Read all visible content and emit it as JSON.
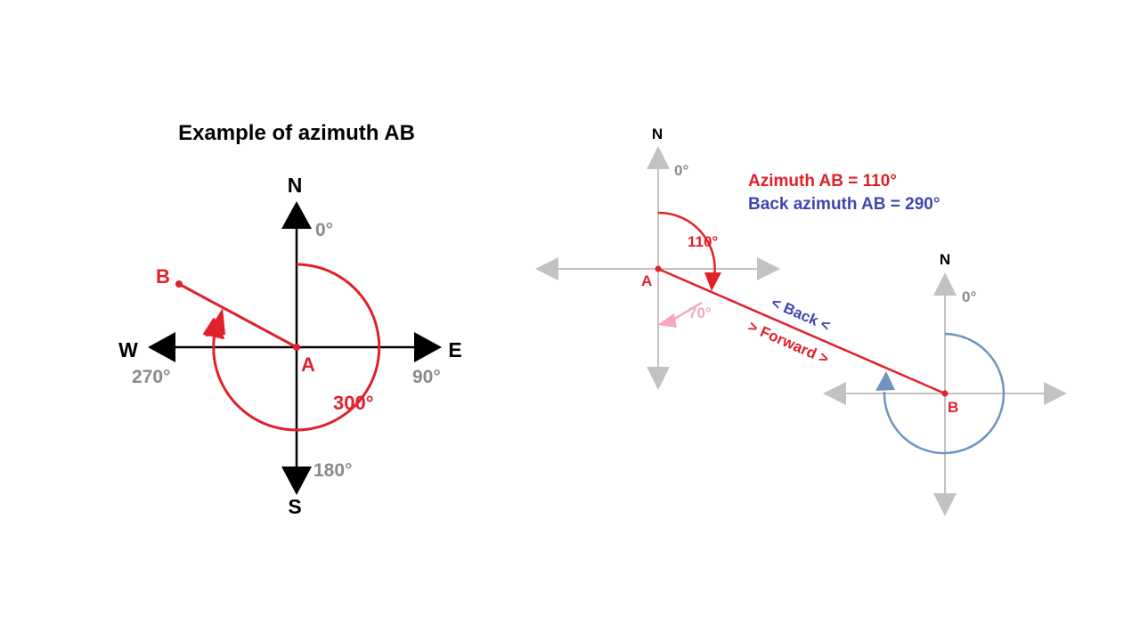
{
  "colors": {
    "red": "#e0202a",
    "blue": "#4046b0",
    "steel_blue": "#6e94bf",
    "gray": "#c2c2c2",
    "gray_text": "#8a8a8a",
    "black": "#000000",
    "pink": "#f5a6c0"
  },
  "left_diagram": {
    "title": "Example of azimuth AB",
    "north_label": "N",
    "south_label": "S",
    "east_label": "E",
    "west_label": "W",
    "north_deg": "0°",
    "east_deg": "90°",
    "south_deg": "180°",
    "west_deg": "270°",
    "point_a": "A",
    "point_b": "B",
    "azimuth_angle": "300°"
  },
  "right_diagram": {
    "azimuth_text": "Azimuth AB = 110°",
    "back_azimuth_text": "Back azimuth AB = 290°",
    "a_north_label": "N",
    "a_north_deg": "0°",
    "b_north_label": "N",
    "b_north_deg": "0°",
    "point_a": "A",
    "point_b": "B",
    "forward_angle": "110°",
    "bearing_angle": "70°",
    "back_label": "< Back <",
    "forward_label": "> Forward >"
  }
}
